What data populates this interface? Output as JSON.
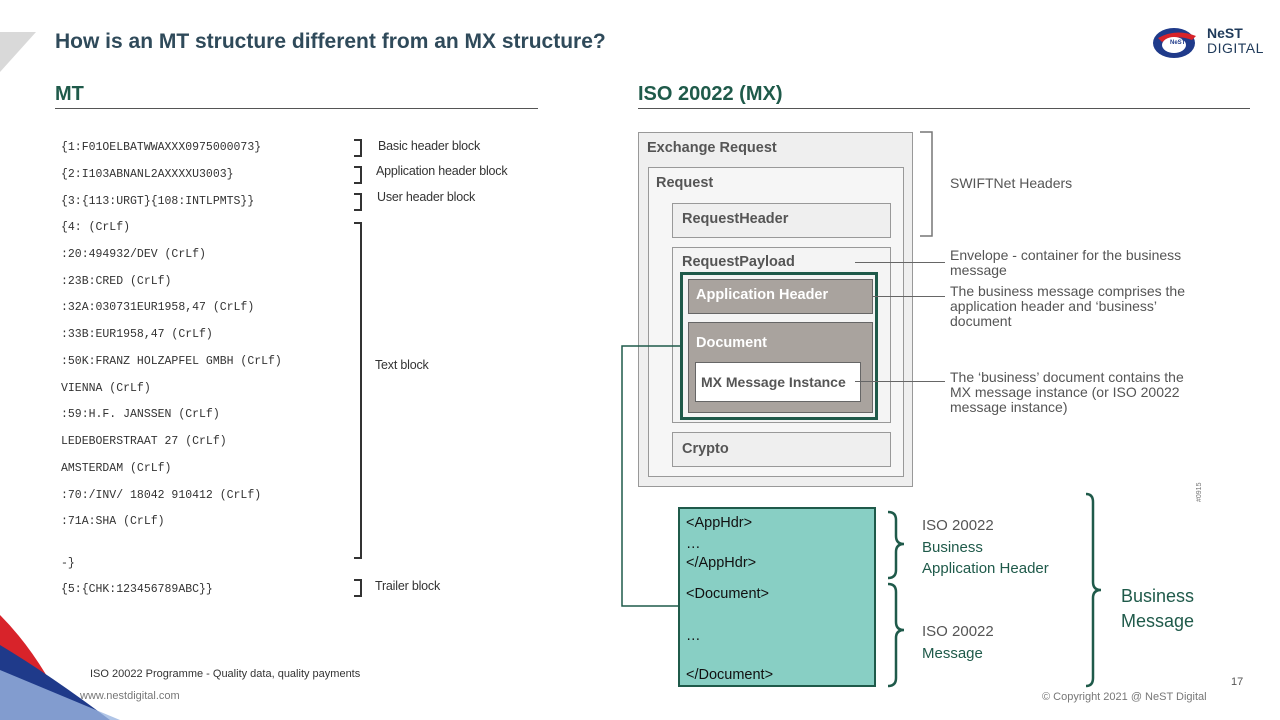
{
  "title": "How is an MT structure different from an MX structure?",
  "logo": {
    "line1": "NeST",
    "line2": "DIGITAL",
    "badge": "NeST"
  },
  "mt": {
    "heading": "MT",
    "lines": [
      "{1:F01OELBATWWAXXX0975000073}",
      "{2:I103ABNANL2AXXXXU3003}",
      "{3:{113:URGT}{108:INTLPMTS}}",
      "{4: (CrLf)",
      ":20:494932/DEV (CrLf)",
      ":23B:CRED (CrLf)",
      ":32A:030731EUR1958,47 (CrLf)",
      ":33B:EUR1958,47 (CrLf)",
      ":50K:FRANZ HOLZAPFEL GMBH (CrLf)",
      "VIENNA (CrLf)",
      ":59:H.F. JANSSEN (CrLf)",
      "LEDEBOERSTRAAT 27 (CrLf)",
      "AMSTERDAM (CrLf)",
      ":70:/INV/ 18042 910412 (CrLf)",
      ":71A:SHA (CrLf)",
      "-}",
      "{5:{CHK:123456789ABC}}"
    ],
    "blocks": {
      "basic": "Basic header block",
      "application": "Application header block",
      "user": "User header block",
      "text": "Text block",
      "trailer": "Trailer block"
    }
  },
  "mx": {
    "heading": "ISO 20022 (MX)",
    "exchange_request": "Exchange Request",
    "request": "Request",
    "request_header": "RequestHeader",
    "request_payload": "RequestPayload",
    "application_header": "Application Header",
    "document": "Document",
    "mx_message_instance": "MX Message Instance",
    "crypto": "Crypto",
    "figure_ref": "#0915",
    "notes": {
      "swiftnet": "SWIFTNet Headers",
      "envelope": "Envelope - container for the business message",
      "business_message": "The business message comprises the application header and ‘business’ document",
      "business_document": "The ‘business’ document contains the MX message instance (or ISO 20022 message instance)"
    },
    "xml": {
      "apphdr_open": "<AppHdr>",
      "ellipsis1": "…",
      "apphdr_close": "</AppHdr>",
      "document_open": "<Document>",
      "ellipsis2": "…",
      "document_close": "</Document>"
    },
    "labels": {
      "bah1": "ISO 20022",
      "bah2": "Business",
      "bah3": "Application Header",
      "msg1": "ISO 20022",
      "msg2": "Message",
      "bm1": "Business",
      "bm2": "Message"
    }
  },
  "footer": {
    "programme": "ISO 20022 Programme - Quality data, quality payments",
    "url": "www.nestdigital.com",
    "copyright": "© Copyright 2021 @ NeST Digital",
    "page": "17"
  },
  "colors": {
    "accent": "#1f5a4a",
    "teal_fill": "#88cfc4",
    "title": "#2f4a5a"
  }
}
